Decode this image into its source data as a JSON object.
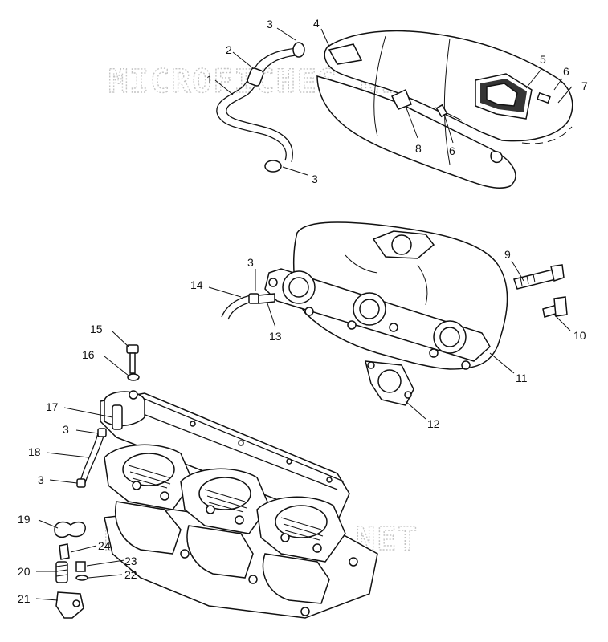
{
  "watermark": "MICROFICHES.NET",
  "callouts": [
    {
      "id": "c1",
      "text": "1"
    },
    {
      "id": "c2",
      "text": "2"
    },
    {
      "id": "c3a",
      "text": "3"
    },
    {
      "id": "c4",
      "text": "4"
    },
    {
      "id": "c5",
      "text": "5"
    },
    {
      "id": "c6a",
      "text": "6"
    },
    {
      "id": "c7",
      "text": "7"
    },
    {
      "id": "c8",
      "text": "8"
    },
    {
      "id": "c6b",
      "text": "6"
    },
    {
      "id": "c3b",
      "text": "3"
    },
    {
      "id": "c9",
      "text": "9"
    },
    {
      "id": "c3c",
      "text": "3"
    },
    {
      "id": "c14",
      "text": "14"
    },
    {
      "id": "c13",
      "text": "13"
    },
    {
      "id": "c10",
      "text": "10"
    },
    {
      "id": "c11",
      "text": "11"
    },
    {
      "id": "c12",
      "text": "12"
    },
    {
      "id": "c15",
      "text": "15"
    },
    {
      "id": "c16",
      "text": "16"
    },
    {
      "id": "c17",
      "text": "17"
    },
    {
      "id": "c3d",
      "text": "3"
    },
    {
      "id": "c18",
      "text": "18"
    },
    {
      "id": "c3e",
      "text": "3"
    },
    {
      "id": "c19",
      "text": "19"
    },
    {
      "id": "c24",
      "text": "24"
    },
    {
      "id": "c23",
      "text": "23"
    },
    {
      "id": "c20",
      "text": "20"
    },
    {
      "id": "c22",
      "text": "22"
    },
    {
      "id": "c21",
      "text": "21"
    }
  ]
}
